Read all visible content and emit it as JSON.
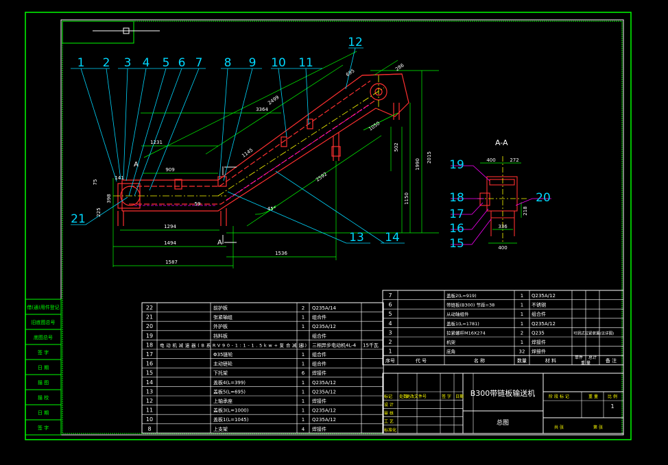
{
  "colors": {
    "background": "#000000",
    "border": "#00ff00",
    "frame": "#ffffff",
    "object": "#ff3030",
    "dimension": "#00ff00",
    "center": "#ffff00",
    "leader": "#00d8ff",
    "hidden": "#ff00ff"
  },
  "title_block": {
    "product": "B300带链板输送机",
    "drawing_type": "总图",
    "labels": {
      "marking": "标记",
      "count": "处数",
      "change_doc": "更改文件号",
      "signature": "签 字",
      "date": "日期",
      "design": "设 计",
      "review": "审 核",
      "process": "工 艺",
      "standard": "标准化",
      "stage_mark": "阶 段 标 记",
      "weight": "重 量",
      "scale": "比 例",
      "sheet_total": "共   张",
      "sheet_no": "第   张"
    },
    "scale_value": "1"
  },
  "bom_left": {
    "rows": [
      {
        "no": "22",
        "code": "",
        "name": "前护板",
        "qty": "2",
        "material": "Q235A/14",
        "note": ""
      },
      {
        "no": "21",
        "code": "",
        "name": "张紧轴组",
        "qty": "1",
        "material": "组合件",
        "note": ""
      },
      {
        "no": "20",
        "code": "",
        "name": "外护板",
        "qty": "1",
        "material": "Q235A/12",
        "note": ""
      },
      {
        "no": "19",
        "code": "",
        "name": "挡料板",
        "qty": "",
        "material": "组合件",
        "note": ""
      },
      {
        "no": "18",
        "code": "",
        "name": "电动机减速器(B系RV90-1:1-1.5kw+复合减速)",
        "qty": "1",
        "material": "三相异步电动机4L-4",
        "note": "15千瓦"
      },
      {
        "no": "17",
        "code": "",
        "name": "Φ35链轮",
        "qty": "1",
        "material": "组合件",
        "note": ""
      },
      {
        "no": "16",
        "code": "",
        "name": "主动链轮",
        "qty": "1",
        "material": "组合件",
        "note": ""
      },
      {
        "no": "15",
        "code": "",
        "name": "下托架",
        "qty": "6",
        "material": "焊接件",
        "note": ""
      },
      {
        "no": "14",
        "code": "",
        "name": "盖板4(L=399)",
        "qty": "1",
        "material": "Q235A/12",
        "note": ""
      },
      {
        "no": "13",
        "code": "",
        "name": "盖板5(L=695)",
        "qty": "1",
        "material": "Q235A/12",
        "note": ""
      },
      {
        "no": "12",
        "code": "",
        "name": "上轴承座",
        "qty": "1",
        "material": "焊接件",
        "note": ""
      },
      {
        "no": "11",
        "code": "",
        "name": "盖板3(L=1000)",
        "qty": "1",
        "material": "Q235A/12",
        "note": ""
      },
      {
        "no": "10",
        "code": "",
        "name": "盖板1(L=1045)",
        "qty": "1",
        "material": "Q235A/12",
        "note": ""
      },
      {
        "no": "8",
        "code": "",
        "name": "上支架",
        "qty": "4",
        "material": "焊接件",
        "note": ""
      }
    ]
  },
  "bom_right": {
    "rows": [
      {
        "no": "7",
        "code": "",
        "name": "盖板2(L=919)",
        "qty": "1",
        "material": "Q235A/12",
        "note": ""
      },
      {
        "no": "6",
        "code": "",
        "name": "带链板(B300) 节距=38",
        "qty": "1",
        "material": "不锈钢",
        "note": ""
      },
      {
        "no": "5",
        "code": "",
        "name": "从动轴组件",
        "qty": "1",
        "material": "组合件",
        "note": ""
      },
      {
        "no": "4",
        "code": "",
        "name": "盖板1(L=1781)",
        "qty": "1",
        "material": "Q235A/12",
        "note": ""
      },
      {
        "no": "3",
        "code": "",
        "name": "拉紧螺杆M16X274",
        "qty": "2",
        "material": "Q235",
        "note": "可调式拉紧装置(见详图)"
      },
      {
        "no": "2",
        "code": "",
        "name": "机架",
        "qty": "1",
        "material": "焊接件",
        "note": ""
      },
      {
        "no": "1",
        "code": "",
        "name": "底角",
        "qty": "32",
        "material": "焊接件",
        "note": ""
      }
    ],
    "header": {
      "no": "序号",
      "code": "代    号",
      "name": "名    称",
      "qty": "数量",
      "material": "材    料",
      "unit_weight": "单件",
      "total_weight": "总计",
      "weight": "重 量",
      "note": "备 注"
    }
  },
  "sidebar": {
    "items": [
      "借(通)用件登记",
      "旧底图总号",
      "底图总号",
      "签 字",
      "日 期",
      "描 图",
      "描 校",
      "日 期",
      "签 字"
    ]
  },
  "balloons_main": [
    "1",
    "2",
    "3",
    "4",
    "5",
    "6",
    "7",
    "8",
    "9",
    "10",
    "11",
    "12",
    "13",
    "14",
    "21"
  ],
  "balloons_section": [
    "15",
    "16",
    "17",
    "18",
    "19",
    "20"
  ],
  "section_label": "A-A",
  "section_arrows": [
    "A",
    "A"
  ],
  "dimensions": {
    "total_length": "1587",
    "lower_length": "1494",
    "lower_span": "1294",
    "inner_top": "1231",
    "segment_a": "909",
    "incline_length": "3364",
    "incline_upper": "2499",
    "incline_lower": "2592",
    "right_span": "1536",
    "total_height": "2015",
    "height_b": "1990",
    "height_c": "1150",
    "height_d": "502",
    "head_a": "695",
    "head_b": "1050",
    "head_c": "286",
    "low_a": "398",
    "low_b": "225",
    "low_c": "141",
    "low_d": "59",
    "low_e": "75",
    "incline_small": "1145",
    "angle": "45°",
    "sec_top": "400",
    "sec_top_right": "272",
    "sec_bottom": "336",
    "sec_base": "400",
    "sec_side": "218"
  }
}
